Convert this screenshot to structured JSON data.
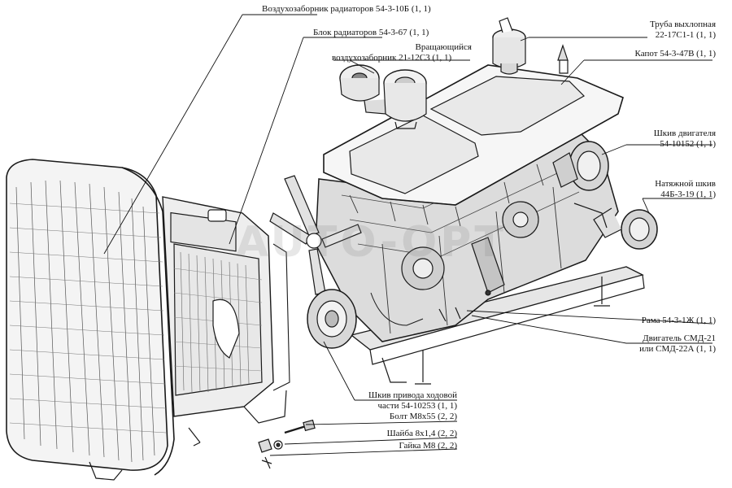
{
  "labels": {
    "air_intake_radiators": "Воздухозаборник радиаторов 54-3-10Б (1, 1)",
    "radiator_block": "Блок радиаторов 54-3-67 (1, 1)",
    "rotating_intake_line1": "Вращающийся",
    "rotating_intake_line2": "воздухозаборник 21-12С3 (1, 1)",
    "exhaust_pipe_line1": "Труба выхлопная",
    "exhaust_pipe_line2": "22-17С1-1 (1, 1)",
    "hood": "Капот 54-3-47В (1, 1)",
    "engine_pulley_line1": "Шкив двигателя",
    "engine_pulley_line2": "54-10152 (1, 1)",
    "tension_pulley_line1": "Натяжной шкив",
    "tension_pulley_line2": "44Б-3-19 (1, 1)",
    "frame": "Рама 54-3-1Ж (1, 1)",
    "engine_line1": "Двигатель СМД-21",
    "engine_line2": "или СМД-22А (1, 1)",
    "drive_pulley_line1": "Шкив привода ходовой",
    "drive_pulley_line2": "части 54-10253 (1, 1)",
    "bolt": "Болт М8х55 (2, 2)",
    "washer": "Шайба 8х1,4 (2, 2)",
    "nut": "Гайка М8 (2, 2)"
  },
  "watermark": "AUTO-OPT"
}
